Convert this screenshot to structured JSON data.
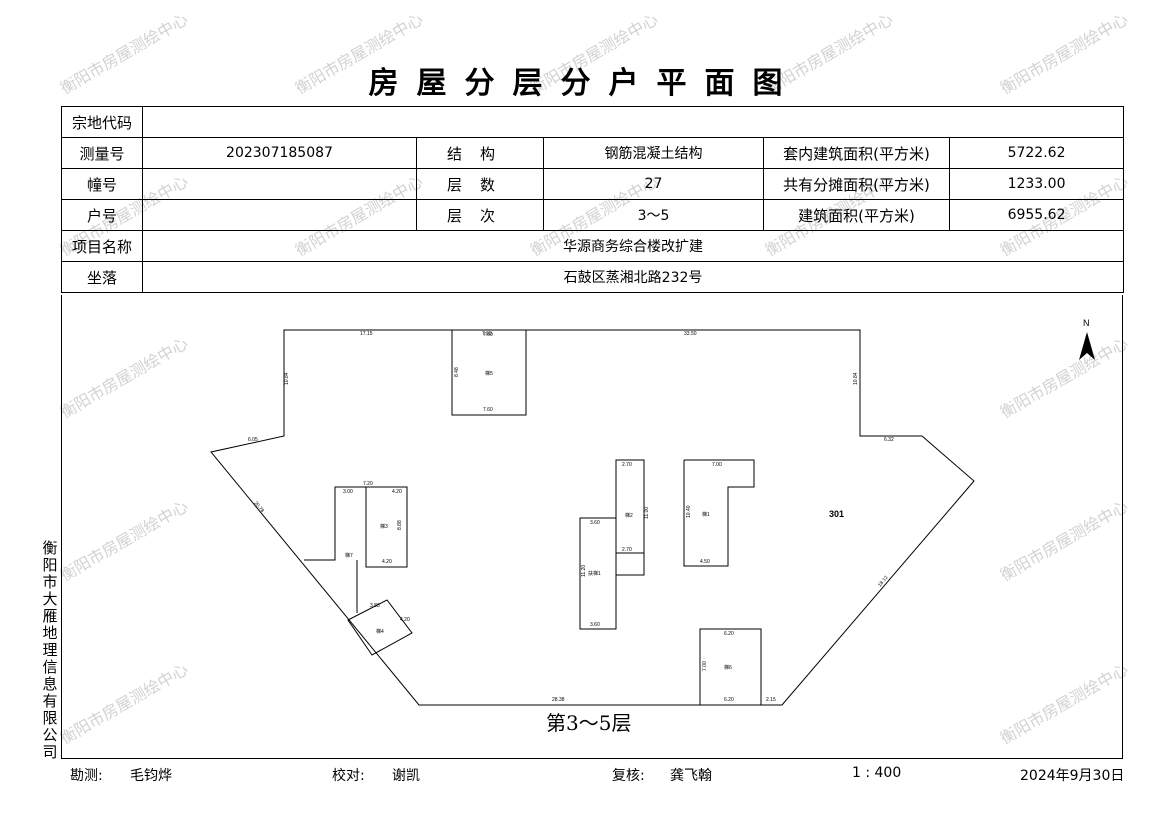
{
  "title": "房屋分层分户平面图",
  "watermark": "衡阳市房屋测绘中心",
  "info": {
    "zongdi_label": "宗地代码",
    "zongdi_value": "",
    "celiang_label": "测量号",
    "celiang_value": "202307185087",
    "jiegou_label": "结构",
    "jiegou_value": "钢筋混凝土结构",
    "taonei_label": "套内建筑面积(平方米)",
    "taonei_value": "5722.62",
    "zhuang_label": "幢号",
    "zhuang_value": "",
    "cengshu_label": "层数",
    "cengshu_value": "27",
    "gongyou_label": "共有分摊面积(平方米)",
    "gongyou_value": "1233.00",
    "hu_label": "户号",
    "hu_value": "",
    "cengci_label": "层次",
    "cengci_value": "3～5",
    "jianzhu_label": "建筑面积(平方米)",
    "jianzhu_value": "6955.62",
    "xiangmu_label": "项目名称",
    "xiangmu_value": "华源商务综合楼改扩建",
    "zuoluo_label": "坐落",
    "zuoluo_value": "石鼓区蒸湘北路232号"
  },
  "plan": {
    "floor_label": "第3～5层",
    "room_label": "301",
    "north_label": "N",
    "dimensions": {
      "top_left": "17.15",
      "top_mid": "7.60",
      "top_right": "33.50",
      "left_upper": "10.84",
      "left_step": "6.05",
      "left_diag": "20.78",
      "right_upper": "10.84",
      "right_step": "6.32",
      "right_diag": "18.12",
      "bottom": "28.38",
      "bottom_right": "2.15"
    },
    "stairs": [
      {
        "name": "梯5",
        "top": "7.60",
        "bottom": "7.60",
        "side": "8.48"
      },
      {
        "name": "梯3",
        "top": "4.20",
        "bottom": "4.20",
        "side": "8.88"
      },
      {
        "name": "梯7",
        "top": "3.00",
        "side": "7.20"
      },
      {
        "name": "梯4",
        "top": "3.83",
        "side": "4.20"
      },
      {
        "name": "扶梯1",
        "top": "3.60",
        "bottom": "3.60",
        "side": "11.20"
      },
      {
        "name": "梯2",
        "top": "2.70",
        "bottom": "2.70",
        "side": "11.00"
      },
      {
        "name": "梯1",
        "top": "7.00",
        "bottom": "4.50",
        "side": "10.40"
      },
      {
        "name": "梯6",
        "top": "6.20",
        "bottom": "6.20",
        "side": "7.00"
      }
    ]
  },
  "side_text": "衡阳市大雁地理信息有限公司",
  "footer": {
    "survey_label": "勘测:",
    "survey_name": "毛钧烨",
    "check_label": "校对:",
    "check_name": "谢凯",
    "review_label": "复核:",
    "review_name": "龚飞翰",
    "scale": "1 : 400",
    "date": "2024年9月30日"
  }
}
